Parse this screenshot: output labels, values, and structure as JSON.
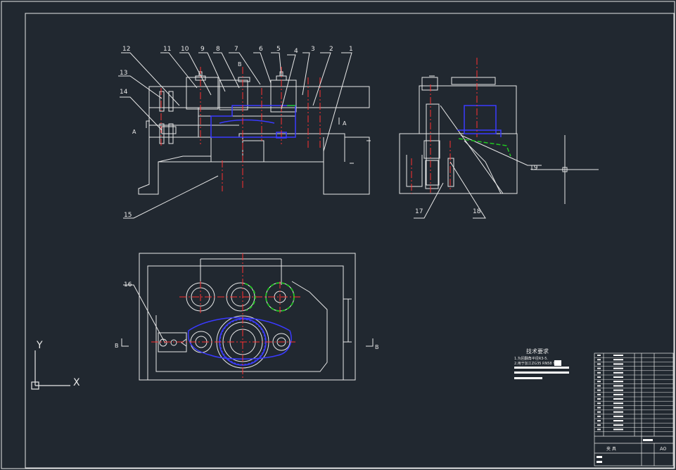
{
  "colors": {
    "background": "#212830",
    "line": "#e8e8e8",
    "red": "#ff3030",
    "blue": "#3a3aff",
    "green": "#21c821"
  },
  "balloons": [
    "1",
    "2",
    "3",
    "4",
    "5",
    "6",
    "7",
    "8",
    "9",
    "10",
    "11",
    "12",
    "13",
    "14",
    "15",
    "16",
    "17",
    "18",
    "19"
  ],
  "section_letters": {
    "a_left": "A",
    "a_right": "A",
    "b_top": "B",
    "b_bottom_left": "B",
    "b_bottom_right": "B"
  },
  "ucs": {
    "x_label": "X",
    "y_label": "Y"
  },
  "tech": {
    "title": "技术要求",
    "line1": "1.为回翻角半径R3-5.",
    "line2": "2.用于加工ZG35   RN58  件"
  },
  "title_block": {
    "name": "夹 具",
    "size": "A0"
  }
}
